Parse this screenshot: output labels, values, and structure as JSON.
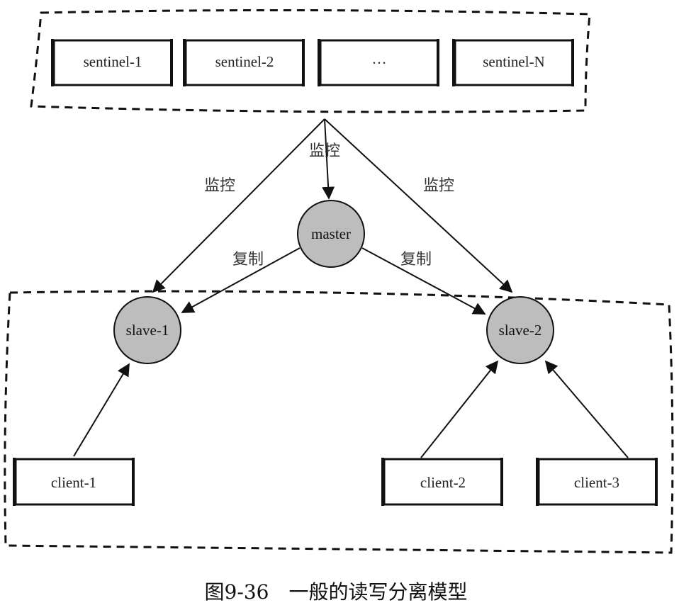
{
  "sentinels": [
    {
      "label": "sentinel-1"
    },
    {
      "label": "sentinel-2"
    },
    {
      "label": "…"
    },
    {
      "label": "sentinel-N"
    }
  ],
  "master": {
    "label": "master"
  },
  "slaves": [
    {
      "label": "slave-1"
    },
    {
      "label": "slave-2"
    }
  ],
  "clients": [
    {
      "label": "client-1"
    },
    {
      "label": "client-2"
    },
    {
      "label": "client-3"
    }
  ],
  "edge_labels": {
    "monitor_left": "监控",
    "monitor_center": "监控",
    "monitor_right": "监控",
    "replicate_left": "复制",
    "replicate_right": "复制"
  },
  "caption": "图9-36　一般的读写分离模型",
  "colors": {
    "node_fill": "#bdbdbd",
    "stroke": "#111111"
  }
}
